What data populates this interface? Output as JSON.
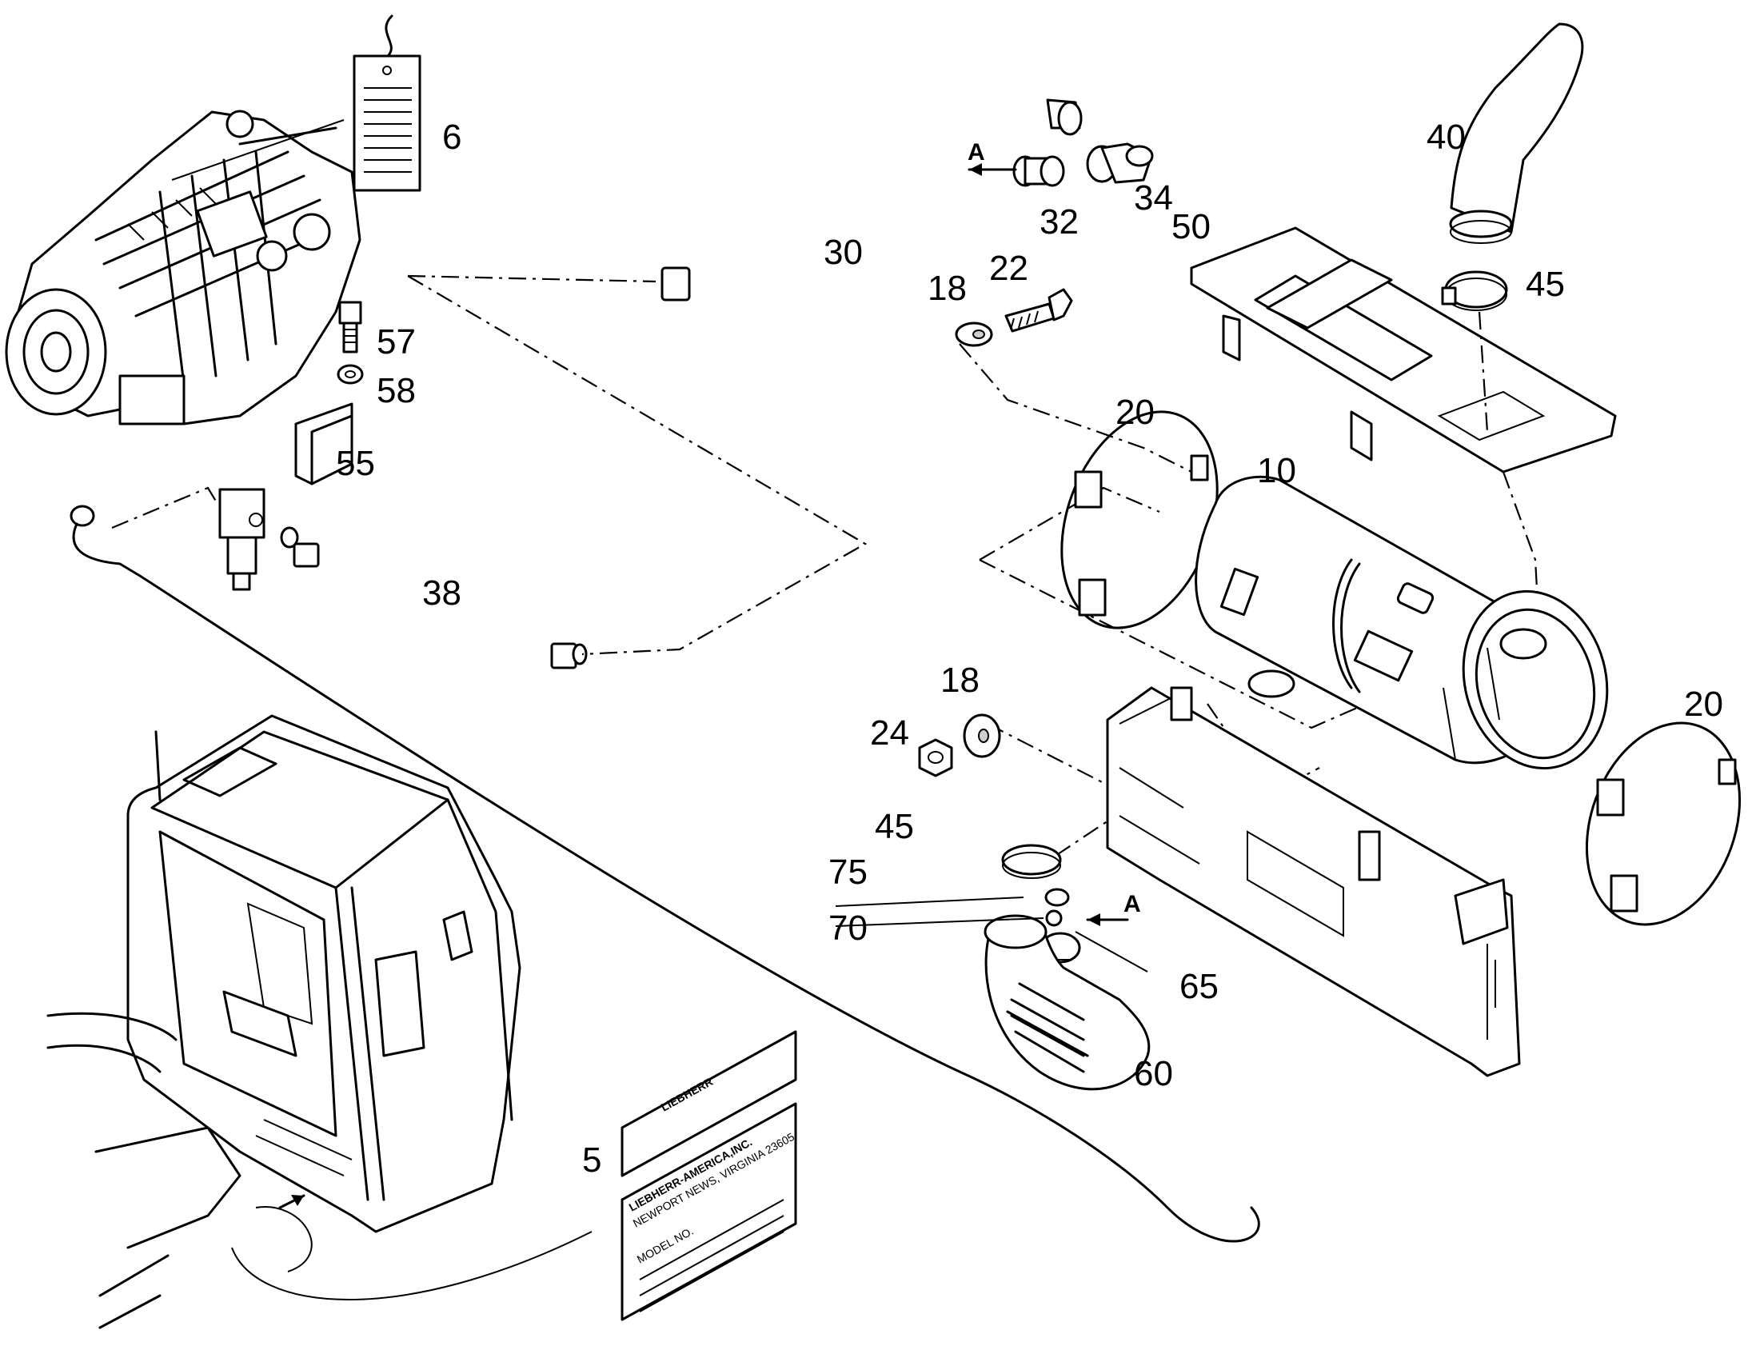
{
  "callouts": {
    "c6": "6",
    "c30": "30",
    "c32": "32",
    "c34": "34",
    "c50": "50",
    "c40": "40",
    "c45a": "45",
    "c22": "22",
    "c18a": "18",
    "c57": "57",
    "c58": "58",
    "c55": "55",
    "c20a": "20",
    "c10": "10",
    "c38": "38",
    "c18b": "18",
    "c24": "24",
    "c20b": "20",
    "c45b": "45",
    "c75": "75",
    "c70": "70",
    "c65": "65",
    "c60": "60",
    "c5": "5"
  },
  "arrow_labels": {
    "a1": "A",
    "a2": "A"
  },
  "plates": {
    "logo": "LIEBHERR",
    "maker": "LIEBHERR-AMERICA,INC.",
    "city": "NEWPORT NEWS, VIRGINIA 23605",
    "model_row": "MODEL NO."
  }
}
